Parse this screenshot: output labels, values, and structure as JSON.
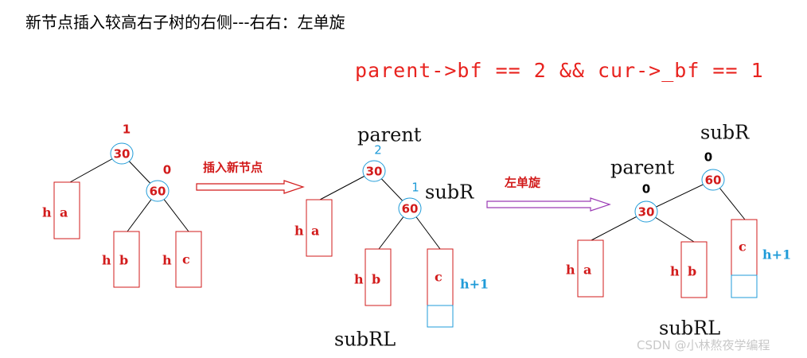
{
  "title": "新节点插入较高右子树的右侧---右右：左单旋",
  "condition": "parent->bf == 2 && cur->_bf == 1",
  "watermark": "CSDN @小林熬夜学编程",
  "arrow_insert": "插入新节点",
  "arrow_rotate": "左单旋",
  "tree1": {
    "root": {
      "key": "30",
      "bf": "1"
    },
    "right": {
      "key": "60",
      "bf": "0"
    },
    "sub_a": {
      "h": "h",
      "name": "a"
    },
    "sub_b": {
      "h": "h",
      "name": "b"
    },
    "sub_c": {
      "h": "h",
      "name": "c"
    }
  },
  "tree2": {
    "parent_label": "parent",
    "subR_label": "subR",
    "subRL_label": "subRL",
    "root": {
      "key": "30",
      "bf": "2"
    },
    "right": {
      "key": "60",
      "bf": "1"
    },
    "sub_a": {
      "h": "h",
      "name": "a"
    },
    "sub_b": {
      "h": "h",
      "name": "b"
    },
    "sub_c": {
      "name": "c",
      "h_plus": "h+1"
    }
  },
  "tree3": {
    "parent_label": "parent",
    "subR_label": "subR",
    "subRL_label": "subRL",
    "root": {
      "key": "60",
      "bf": "0"
    },
    "left": {
      "key": "30",
      "bf": "0"
    },
    "sub_a": {
      "h": "h",
      "name": "a"
    },
    "sub_b": {
      "h": "h",
      "name": "b"
    },
    "sub_c": {
      "name": "c",
      "h_plus": "h+1"
    }
  },
  "colors": {
    "node_border": "#1f9bd8",
    "subtree_border": "#d21b1b",
    "edge": "#000000",
    "insert_arrow": "#d21b1b",
    "rotate_arrow": "#9b3bb5",
    "added_box": "#1f9bd8"
  }
}
